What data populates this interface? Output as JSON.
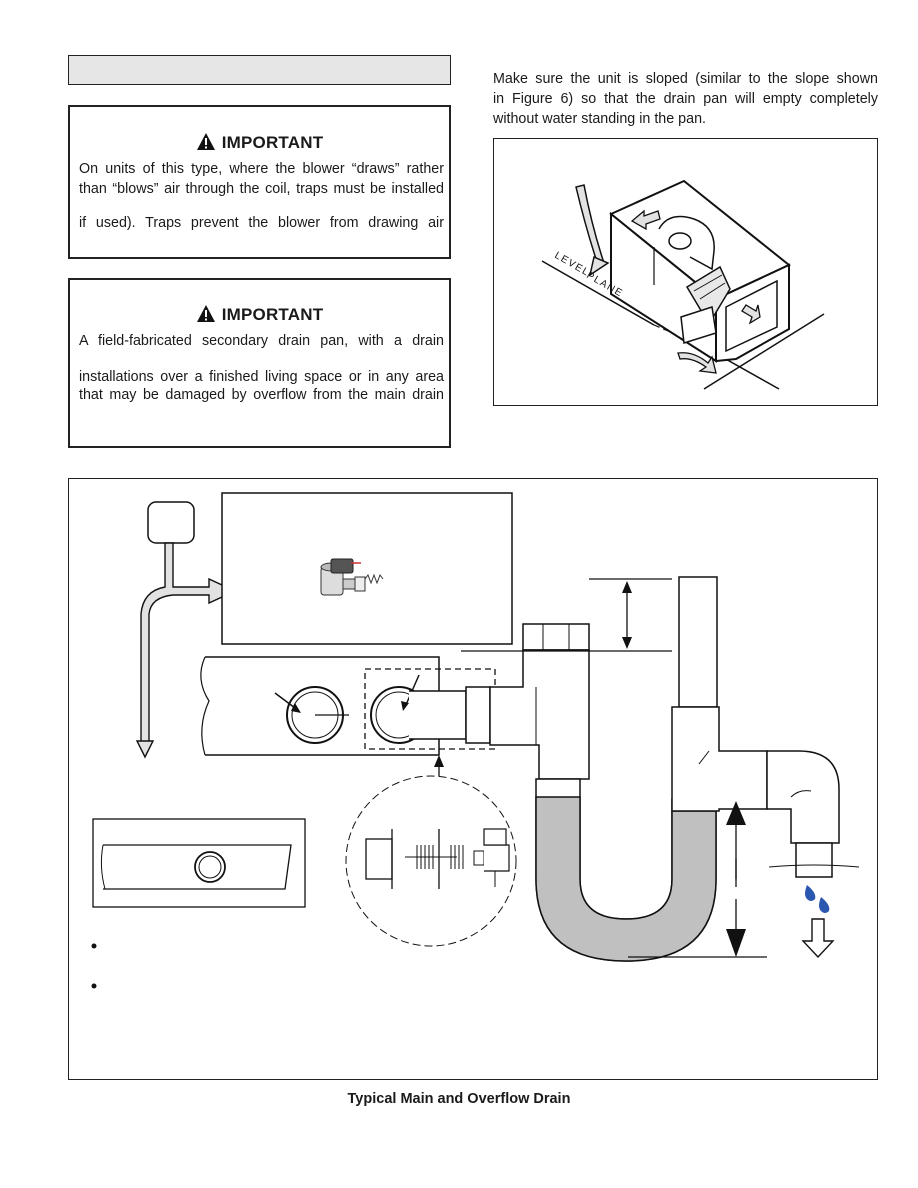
{
  "important_box_1": {
    "heading": "IMPORTANT",
    "lines": [
      "On units of this type, where the blower “draws” rather",
      "than “blows” air through the coil, traps must be installed",
      "if used). Traps prevent the blower from drawing air"
    ]
  },
  "important_box_2": {
    "heading": "IMPORTANT",
    "lines": [
      "A field-fabricated secondary drain pan, with a drain",
      "installations over a finished living space or in any area",
      "that may be damaged by overflow from the main drain"
    ]
  },
  "slope_paragraph": {
    "lines": [
      "Make sure the unit is sloped (similar to the slope shown",
      "in Figure 6) so that the drain pan will empty completely",
      "without water standing in the pan."
    ]
  },
  "slope_figure": {
    "label_level": "LEVEL",
    "label_plane": "PLANE"
  },
  "drain_figure": {
    "caption": "Typical Main and Overflow Drain"
  },
  "colors": {
    "water": "#c0c0c0",
    "drop": "#2a58b0",
    "arrow_fill": "#e2e2e2"
  }
}
